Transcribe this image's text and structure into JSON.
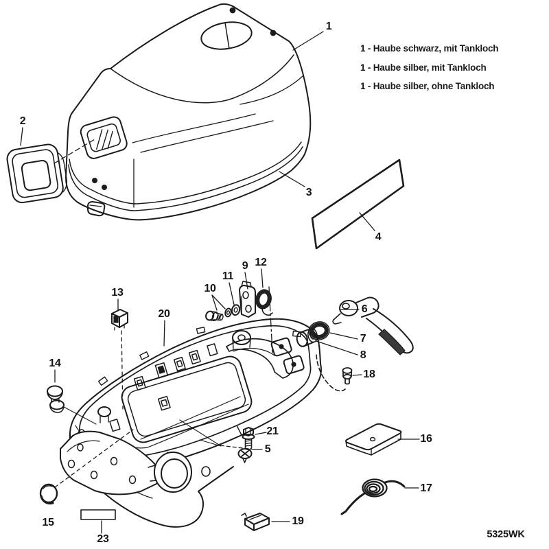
{
  "diagram": {
    "legend_items": [
      "1 - Haube schwarz, mit Tankloch",
      "1 - Haube silber, mit Tankloch",
      "1 - Haube silber, ohne Tankloch"
    ],
    "drawing_code": "5325WK",
    "callouts": {
      "1": "1",
      "2": "2",
      "3": "3",
      "4": "4",
      "5": "5",
      "6": "6",
      "7": "7",
      "8": "8",
      "9": "9",
      "10": "10",
      "11": "11",
      "12": "12",
      "13": "13",
      "14": "14",
      "15": "15",
      "16": "16",
      "17": "17",
      "18": "18",
      "19": "19",
      "20": "20",
      "21": "21",
      "23": "23"
    }
  }
}
